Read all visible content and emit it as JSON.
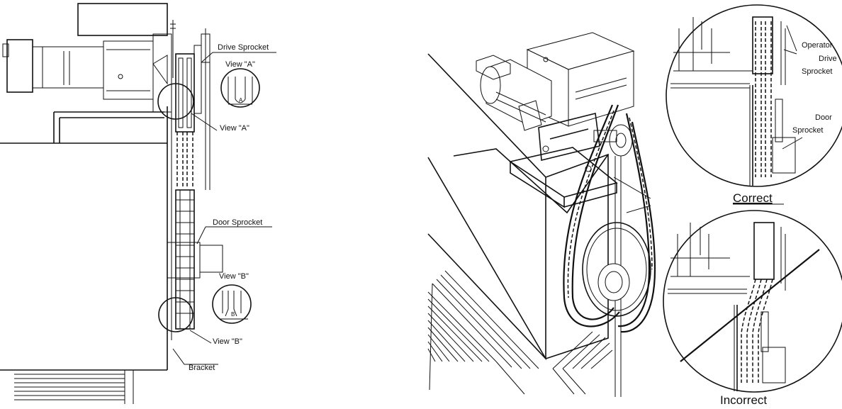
{
  "left_drawing": {
    "labels": {
      "drive_sprocket": "Drive Sprocket",
      "view_a_title": "View \"A\"",
      "view_a_pointer": "View \"A\"",
      "dim_a": "A",
      "door_sprocket": "Door Sprocket",
      "view_b_title": "View \"B\"",
      "view_b_pointer": "View \"B\"",
      "dim_b": "B",
      "bracket": "Bracket"
    }
  },
  "right_drawing": {
    "callout_correct": {
      "operator_drive_sprocket_line1": "Operator",
      "operator_drive_sprocket_line2": "Drive",
      "operator_drive_sprocket_line3": "Sprocket",
      "door_sprocket_line1": "Door",
      "door_sprocket_line2": "Sprocket",
      "caption": "Correct"
    },
    "callout_incorrect": {
      "caption": "Incorrect"
    }
  }
}
